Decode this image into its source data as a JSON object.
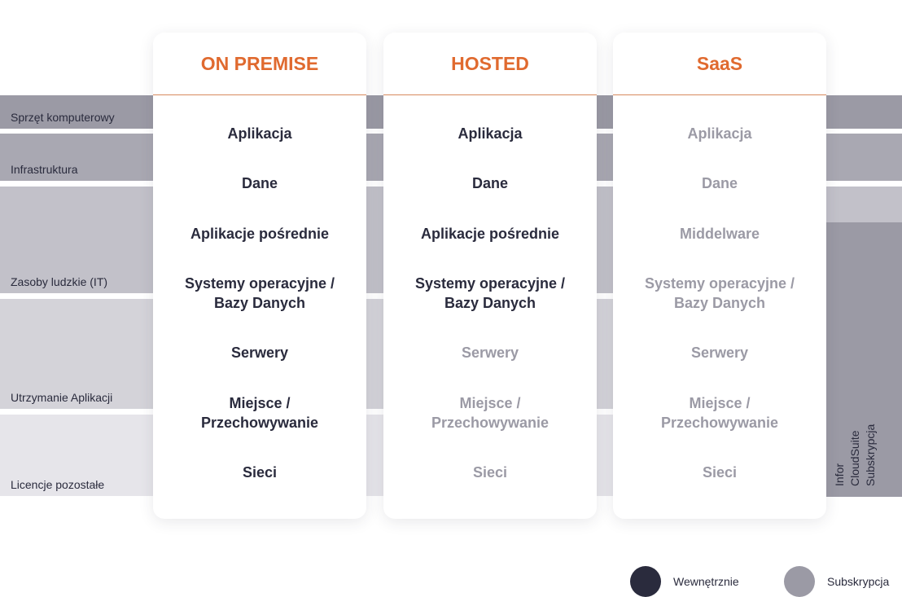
{
  "bands": [
    {
      "label": "Sprzęt komputerowy"
    },
    {
      "label": "Infrastruktura"
    },
    {
      "label": "Zasoby ludzkie (IT)"
    },
    {
      "label": "Utrzymanie Aplikacji"
    },
    {
      "label": "Licencje pozostałe"
    }
  ],
  "columns": [
    {
      "title": "ON PREMISE",
      "items": [
        {
          "l1": "Aplikacja",
          "l2": "",
          "type": "internal"
        },
        {
          "l1": "Dane",
          "l2": "",
          "type": "internal"
        },
        {
          "l1": "Aplikacje pośrednie",
          "l2": "",
          "type": "internal"
        },
        {
          "l1": "Systemy operacyjne /",
          "l2": "Bazy Danych",
          "type": "internal"
        },
        {
          "l1": "Serwery",
          "l2": "",
          "type": "internal"
        },
        {
          "l1": "Miejsce /",
          "l2": "Przechowywanie",
          "type": "internal"
        },
        {
          "l1": "Sieci",
          "l2": "",
          "type": "internal"
        }
      ]
    },
    {
      "title": "HOSTED",
      "items": [
        {
          "l1": "Aplikacja",
          "l2": "",
          "type": "internal"
        },
        {
          "l1": "Dane",
          "l2": "",
          "type": "internal"
        },
        {
          "l1": "Aplikacje pośrednie",
          "l2": "",
          "type": "internal"
        },
        {
          "l1": "Systemy operacyjne /",
          "l2": "Bazy Danych",
          "type": "internal"
        },
        {
          "l1": "Serwery",
          "l2": "",
          "type": "subscr"
        },
        {
          "l1": "Miejsce /",
          "l2": "Przechowywanie",
          "type": "subscr"
        },
        {
          "l1": "Sieci",
          "l2": "",
          "type": "subscr"
        }
      ]
    },
    {
      "title": "SaaS",
      "items": [
        {
          "l1": "Aplikacja",
          "l2": "",
          "type": "subscr"
        },
        {
          "l1": "Dane",
          "l2": "",
          "type": "subscr"
        },
        {
          "l1": "Middelware",
          "l2": "",
          "type": "subscr"
        },
        {
          "l1": "Systemy operacyjne /",
          "l2": "Bazy Danych",
          "type": "subscr"
        },
        {
          "l1": "Serwery",
          "l2": "",
          "type": "subscr"
        },
        {
          "l1": "Miejsce /",
          "l2": "Przechowywanie",
          "type": "subscr"
        },
        {
          "l1": "Sieci",
          "l2": "",
          "type": "subscr"
        }
      ]
    }
  ],
  "side_bar": {
    "line1": "Infor",
    "line2": "CloudSuite",
    "line3": "Subskrypcja"
  },
  "legend": {
    "internal": "Wewnętrznie",
    "subscr": "Subskrypcja"
  },
  "colors": {
    "accent": "#e06a2f",
    "internal": "#2a2b3d",
    "subscription": "#9b9aa5"
  }
}
